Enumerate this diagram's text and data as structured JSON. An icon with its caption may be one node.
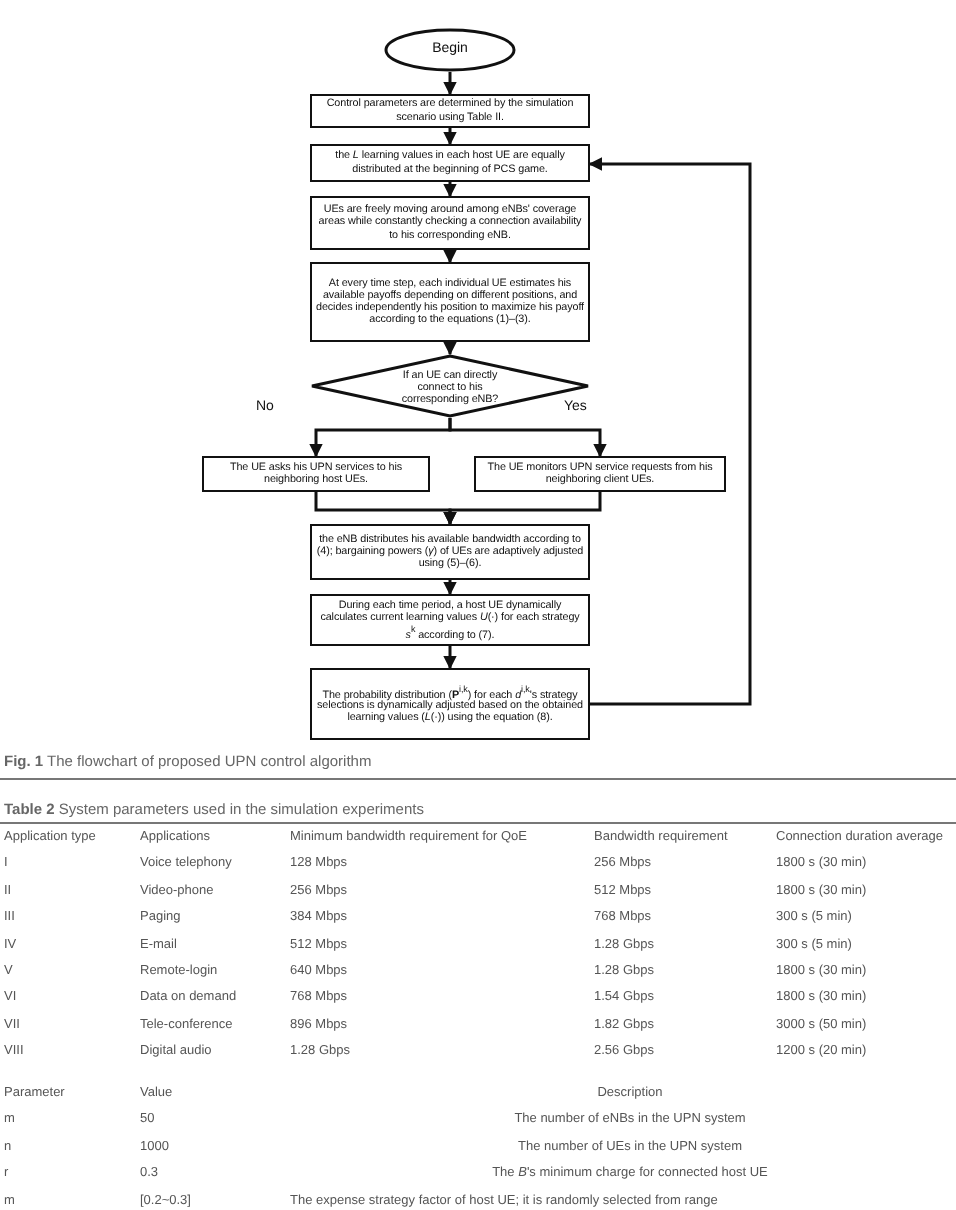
{
  "diagram": {
    "caption": "**Fig. 1** The flowchart of proposed UPN control algorithm",
    "nodes": [
      {
        "text": [
          "Begin"
        ]
      },
      {
        "text": [
          "Control parameters are determined by the simulation scenario using Table II."
        ]
      },
      {
        "text": [
          "the *L* learning values in each host UE are equally distributed at the beginning of PCS game."
        ]
      },
      {
        "text": [
          "UEs are freely moving around among eNBs' coverage areas while constantly checking a connection availability to his corresponding eNB."
        ]
      },
      {
        "text": [
          "At every time step, each individual UE estimates his available payoffs depending on different positions, and decides independently his position to maximize his payoff according to the equations (1)–(3)."
        ]
      },
      {
        "text": [
          "If an UE can directly connect to his corresponding eNB?"
        ]
      },
      {
        "text": [
          "The UE asks his UPN services to his neighboring host UEs."
        ]
      },
      {
        "text": [
          "The UE monitors UPN service requests from his neighboring client UEs."
        ]
      },
      {
        "text": [
          "the eNB distributes his available bandwidth according to (4); bargaining powers (*γ*) of UEs are adaptively adjusted using (5)–(6)."
        ]
      },
      {
        "text": [
          "During each time period, a host UE dynamically calculates current learning values *U*(·) for each strategy *s*$^{k}$ according to (7)."
        ]
      },
      {
        "text": [
          "The probability distribution (**P**$^{i,k}$) for each *d*$^{i,k}$'s strategy selections is dynamically adjusted based on the obtained learning values (*L*(·)) using the equation (8)."
        ]
      }
    ],
    "edges": [
      {
        "from": 0,
        "to": 1,
        "arrow": "to"
      },
      {
        "from": 1,
        "to": 2,
        "arrow": "to"
      },
      {
        "from": 2,
        "to": 3,
        "arrow": "to"
      },
      {
        "from": 3,
        "to": 4,
        "arrow": "to"
      },
      {
        "from": 4,
        "to": 5,
        "arrow": "to"
      },
      {
        "from": 5,
        "to": 6,
        "arrow": "to",
        "label": "No"
      },
      {
        "from": 5,
        "to": 7,
        "arrow": "to",
        "label": "Yes"
      },
      {
        "from": 6,
        "to": 8,
        "arrow": "to"
      },
      {
        "from": 7,
        "to": 8,
        "arrow": "to"
      },
      {
        "from": 8,
        "to": 9,
        "arrow": "to"
      },
      {
        "from": 9,
        "to": 10,
        "arrow": "to"
      },
      {
        "from": 10,
        "to": 2,
        "arrow": "to"
      }
    ],
    "labels": [
      "**Table 2** System parameters used in the simulation experiments",
      "Application type",
      "Applications",
      "Minimum bandwidth requirement for QoE",
      "Bandwidth requirement",
      "Connection duration average",
      "I",
      "Voice telephony",
      "128 Mbps",
      "256 Mbps",
      "1800 s (30 min)",
      "II",
      "Video-phone",
      "256 Mbps",
      "512 Mbps",
      "1800 s (30 min)",
      "III",
      "Paging",
      "384 Mbps",
      "768 Mbps",
      "300 s (5 min)",
      "IV",
      "E-mail",
      "512 Mbps",
      "1.28 Gbps",
      "300 s (5 min)",
      "V",
      "Remote-login",
      "640 Mbps",
      "1.28 Gbps",
      "1800 s (30 min)",
      "VI",
      "Data on demand",
      "768 Mbps",
      "1.54 Gbps",
      "1800 s (30 min)",
      "VII",
      "Tele-conference",
      "896 Mbps",
      "1.82 Gbps",
      "3000 s (50 min)",
      "VIII",
      "Digital audio",
      "1.28 Gbps",
      "2.56 Gbps",
      "1200 s (20 min)",
      "Parameter",
      "Value",
      "Description",
      "m",
      "50",
      "The number of eNBs in the UPN system",
      "n",
      "1000",
      "The number of UEs in the UPN system",
      "r",
      "0.3",
      "The *B*'s minimum charge for connected host UE",
      "m",
      "[0.2~0.3]",
      "The expense strategy factor of host UE; it is randomly selected from range"
    ]
  }
}
